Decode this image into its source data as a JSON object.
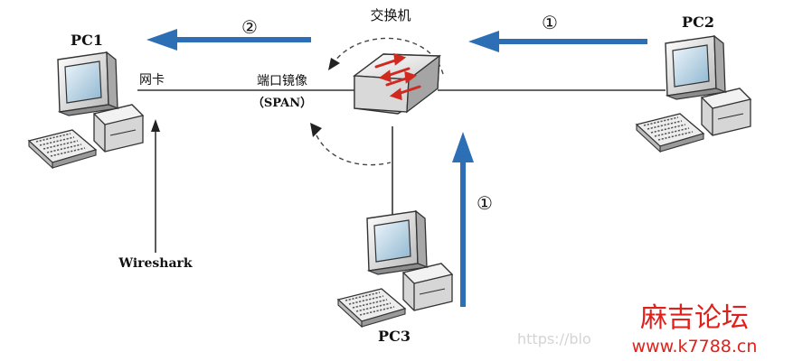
{
  "switch_label": "交换机",
  "nic_label": "网卡",
  "span_title": "端口镜像",
  "span_sub": "（SPAN）",
  "tool_label": "Wireshark",
  "nodes": {
    "pc1": "PC1",
    "pc2": "PC2",
    "pc3": "PC3"
  },
  "arrow_labels": {
    "step2": "②",
    "step1_pc2": "①",
    "step1_pc3": "①"
  },
  "watermark": {
    "title": "麻吉论坛",
    "url": "www.k7788.cn",
    "faint": "https://blo"
  },
  "colors": {
    "arrow": "#2c6fb5",
    "line": "#333333",
    "watermark": "#e0211b",
    "switch_arrows": "#d02a20"
  },
  "icons": {
    "pc": "desktop-computer-icon",
    "switch": "network-switch-icon"
  }
}
